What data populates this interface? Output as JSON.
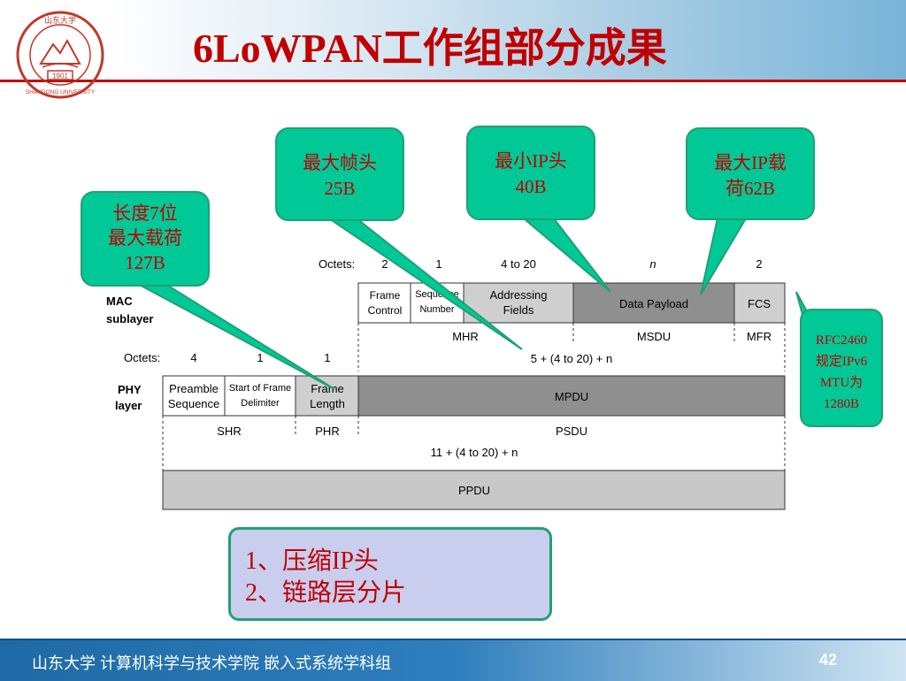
{
  "title": "6LoWPAN工作组部分成果",
  "logo": {
    "text_top": "山东大学",
    "text_bottom": "SHANDONG UNIVERSITY",
    "year": "1901"
  },
  "colors": {
    "accent": "#c00000",
    "callout": "#00c896",
    "callout_border": "#1fa173",
    "gray_cell": "#8c8c8c",
    "light_gray": "#c8c8c8"
  },
  "mac": {
    "label_line1": "MAC",
    "label_line2": "sublayer",
    "octets_label": "Octets:",
    "octets": [
      "2",
      "1",
      "4 to 20",
      "n",
      "2"
    ],
    "fields": [
      "Frame\nControl",
      "Sequence\nNumber",
      "Addressing\nFields",
      "Data Payload",
      "FCS"
    ],
    "groups": [
      "MHR",
      "MSDU",
      "MFR"
    ],
    "length": "5 + (4 to 20) + n"
  },
  "phy": {
    "label_line1": "PHY",
    "label_line2": "layer",
    "octets_label": "Octets:",
    "octets": [
      "4",
      "1",
      "1"
    ],
    "fields": [
      "Preamble\nSequence",
      "Start of Frame\nDelimiter",
      "Frame\nLength",
      "MPDU"
    ],
    "groups": [
      "SHR",
      "PHR",
      "PSDU"
    ],
    "length": "11 + (4 to 20) + n",
    "ppdu": "PPDU"
  },
  "callouts": {
    "c1": [
      "长度7位",
      "最大载荷",
      "127B"
    ],
    "c2": [
      "最大帧头",
      "25B"
    ],
    "c3": [
      "最小IP头",
      "40B"
    ],
    "c4": [
      "最大IP载",
      "荷62B"
    ],
    "c5": [
      "RFC2460",
      "规定IPv6",
      "MTU为",
      "1280B"
    ]
  },
  "notes": [
    "1、压缩IP头",
    "2、链路层分片"
  ],
  "footer": {
    "text": "山东大学  计算机科学与技术学院 嵌入式系统学科组",
    "page": "42"
  }
}
